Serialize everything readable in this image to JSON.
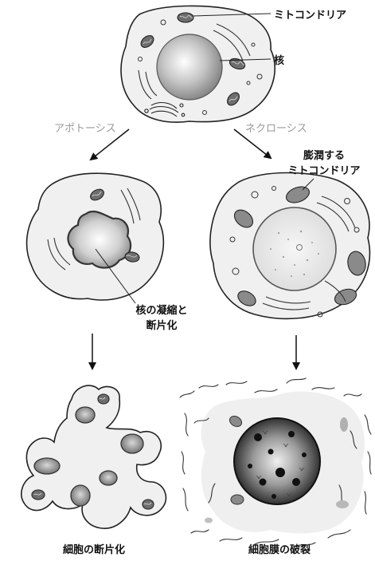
{
  "labels": {
    "mitochondria": "ミトコンドリア",
    "nucleus": "核",
    "apoptosis": "アポトーシス",
    "necrosis": "ネクローシス",
    "swollen_line1": "膨潤する",
    "swollen_line2": "ミトコンドリア",
    "condense_line1": "核の凝縮と",
    "condense_line2": "断片化",
    "caption_apoptosis": "細胞の断片化",
    "caption_necrosis": "細胞膜の破裂"
  },
  "colors": {
    "line": "#222222",
    "cytoplasm": "#efefef",
    "organelle_dark": "#6e6e6e",
    "nucleus_gray": "#8c8c8c",
    "path_label": "#9a9a9a"
  }
}
